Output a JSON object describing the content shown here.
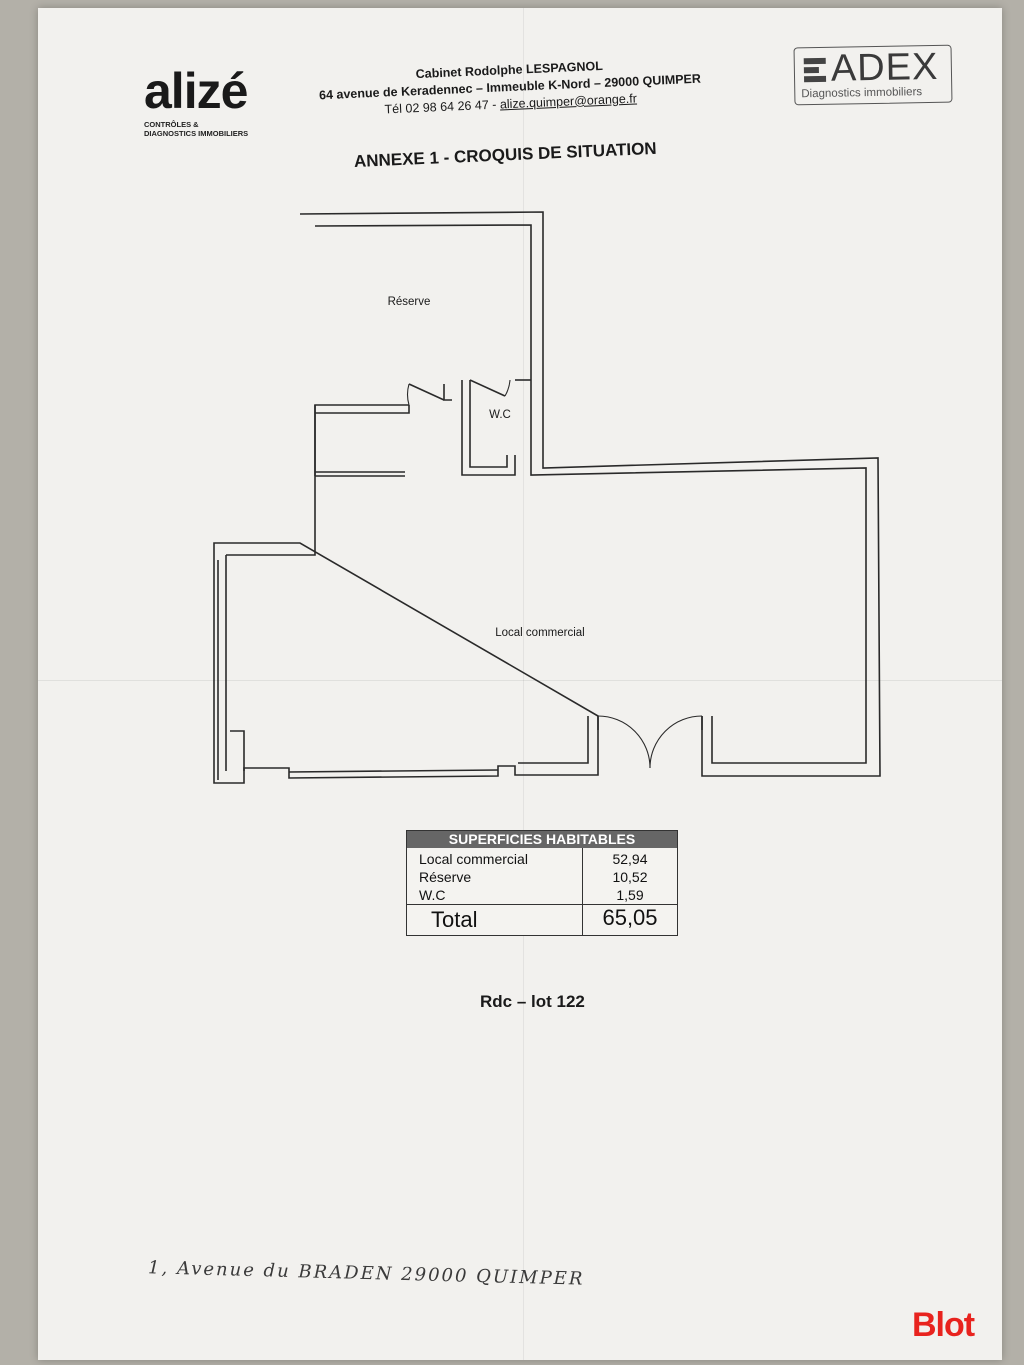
{
  "header": {
    "alize_brand": "alizé",
    "alize_tagline_1": "CONTRÔLES &",
    "alize_tagline_2": "DIAGNOSTICS IMMOBILIERS",
    "cabinet_name": "Cabinet Rodolphe LESPAGNOL",
    "address": "64 avenue de Keradennec – Immeuble K-Nord – 29000 QUIMPER",
    "tel": "Tél 02 98 64 26 47 -",
    "email": "alize.quimper@orange.fr",
    "adex_name": "ADEX",
    "adex_sub": "Diagnostics immobiliers"
  },
  "title": "ANNEXE 1 - CROQUIS DE SITUATION",
  "plan": {
    "rooms": [
      "Réserve",
      "W.C",
      "Local commercial"
    ]
  },
  "surfaces": {
    "heading": "SUPERFICIES HABITABLES",
    "rows": [
      {
        "label": "Local commercial",
        "value": "52,94"
      },
      {
        "label": "Réserve",
        "value": "10,52"
      },
      {
        "label": "W.C",
        "value": "1,59"
      }
    ],
    "total_label": "Total",
    "total_value": "65,05"
  },
  "lot": "Rdc – lot 122",
  "handwritten_address": "1, Avenue du BRADEN   29000 QUIMPER",
  "watermark": "Blot"
}
